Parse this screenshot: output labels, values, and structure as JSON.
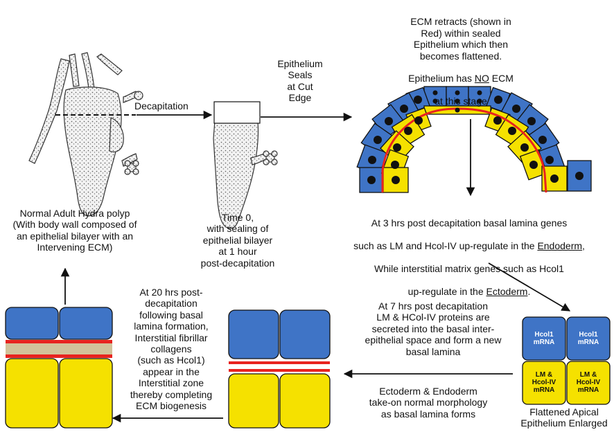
{
  "labels": {
    "decapitation": "Decapitation",
    "epithelium_seals": "Epithelium\nSeals\nat Cut\nEdge",
    "ecm_retracts": "ECM retracts (shown in\nRed) within sealed\nEpithelium which then\nbecomes flattened.",
    "ecm_no_pre": "Epithelium has ",
    "ecm_no_u": "NO",
    "ecm_no_post": " ECM",
    "ecm_stage": "at this stage",
    "normal_polyp": "Normal Adult Hydra polyp\n(With body wall composed of\nan epithelial bilayer with an\nIntervening ECM)",
    "time0": "Time 0,\nwith sealing of\nepithelial bilayer\nat 1 hour\npost-decapitation",
    "hrs3_line1": "At 3 hrs post decapitation basal lamina genes",
    "hrs3_line2_pre": "such as LM and Hcol-IV up-regulate in the ",
    "hrs3_line2_u": "Endoderm",
    "hrs3_line2_post": ",",
    "hrs3_line3": "While interstitial matrix genes such as Hcol1",
    "hrs3_line4_pre": "up-regulate in the ",
    "hrs3_line4_u": "Ectoderm",
    "hrs3_line4_post": ".",
    "hrs20": "At 20 hrs post-\ndecapitation\nfollowing basal\nlamina formation,\nInterstitial fibrillar\ncollagens\n(such as Hcol1)\nappear in the\nInterstitial zone\nthereby completing\nECM biogenesis",
    "hrs7": "At 7 hrs post decapitation\nLM & HCol-IV proteins are\nsecreted into the basal inter-\nepithelial space and form a new\nbasal lamina",
    "ecto_endo": "Ectoderm & Endoderm\ntake-on normal morphology\nas basal lamina forms",
    "flattened": "Flattened Apical\nEpithelium Enlarged",
    "hcol1_mrna": "Hcol1\nmRNA",
    "lm_mrna": "LM &\nHcol-IV\nmRNA"
  },
  "colors": {
    "ectoderm_blue": "#3F74C6",
    "endoderm_yellow": "#F5E100",
    "ecm_red": "#E8231F",
    "interstitial_tan": "#D2C29A"
  }
}
